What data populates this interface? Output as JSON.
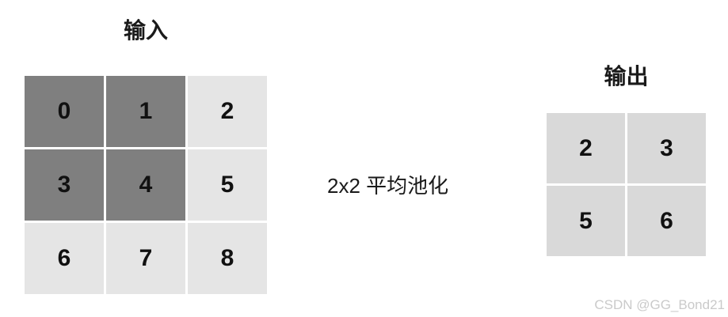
{
  "input": {
    "title": "输入",
    "cells": [
      {
        "value": "0",
        "highlight": true
      },
      {
        "value": "1",
        "highlight": true
      },
      {
        "value": "2",
        "highlight": false
      },
      {
        "value": "3",
        "highlight": true
      },
      {
        "value": "4",
        "highlight": true
      },
      {
        "value": "5",
        "highlight": false
      },
      {
        "value": "6",
        "highlight": false
      },
      {
        "value": "7",
        "highlight": false
      },
      {
        "value": "8",
        "highlight": false
      }
    ]
  },
  "operation": {
    "label": "2x2 平均池化"
  },
  "output": {
    "title": "输出",
    "cells": [
      {
        "value": "2"
      },
      {
        "value": "3"
      },
      {
        "value": "5"
      },
      {
        "value": "6"
      }
    ]
  },
  "watermark": "CSDN @GG_Bond21",
  "colors": {
    "highlight_cell": "#7f7f7f",
    "input_cell": "#e5e5e5",
    "output_cell": "#d9d9d9",
    "watermark_text": "#cacaca",
    "text": "#1a1a1a"
  }
}
